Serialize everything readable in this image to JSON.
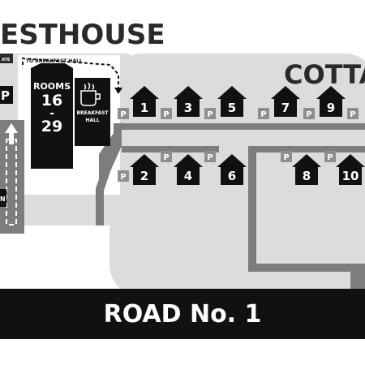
{
  "guesthouse": {
    "title": "ESTHOUSE",
    "gate_label": "ATE",
    "corridor_label": "TO BREAKFAST HALL",
    "rooms_line1": "ROOMS",
    "rooms_from": "16",
    "rooms_dash": "-",
    "rooms_to": "29",
    "breakfast_line1": "BREAKFAST",
    "breakfast_line2": "HALL",
    "parking_letter": "P",
    "side_letter": "N"
  },
  "cottages": {
    "title": "COTTA",
    "parking_letter": "P",
    "top_row": [
      "1",
      "3",
      "5",
      "7",
      "9"
    ],
    "bottom_row": [
      "2",
      "4",
      "6",
      "8",
      "10"
    ]
  },
  "road": {
    "label": "ROAD No. 1"
  },
  "colors": {
    "ink": "#111111",
    "ground": "#dcdcdc",
    "path": "#7d7d7d",
    "parking": "#8f8f8f",
    "white": "#ffffff"
  }
}
